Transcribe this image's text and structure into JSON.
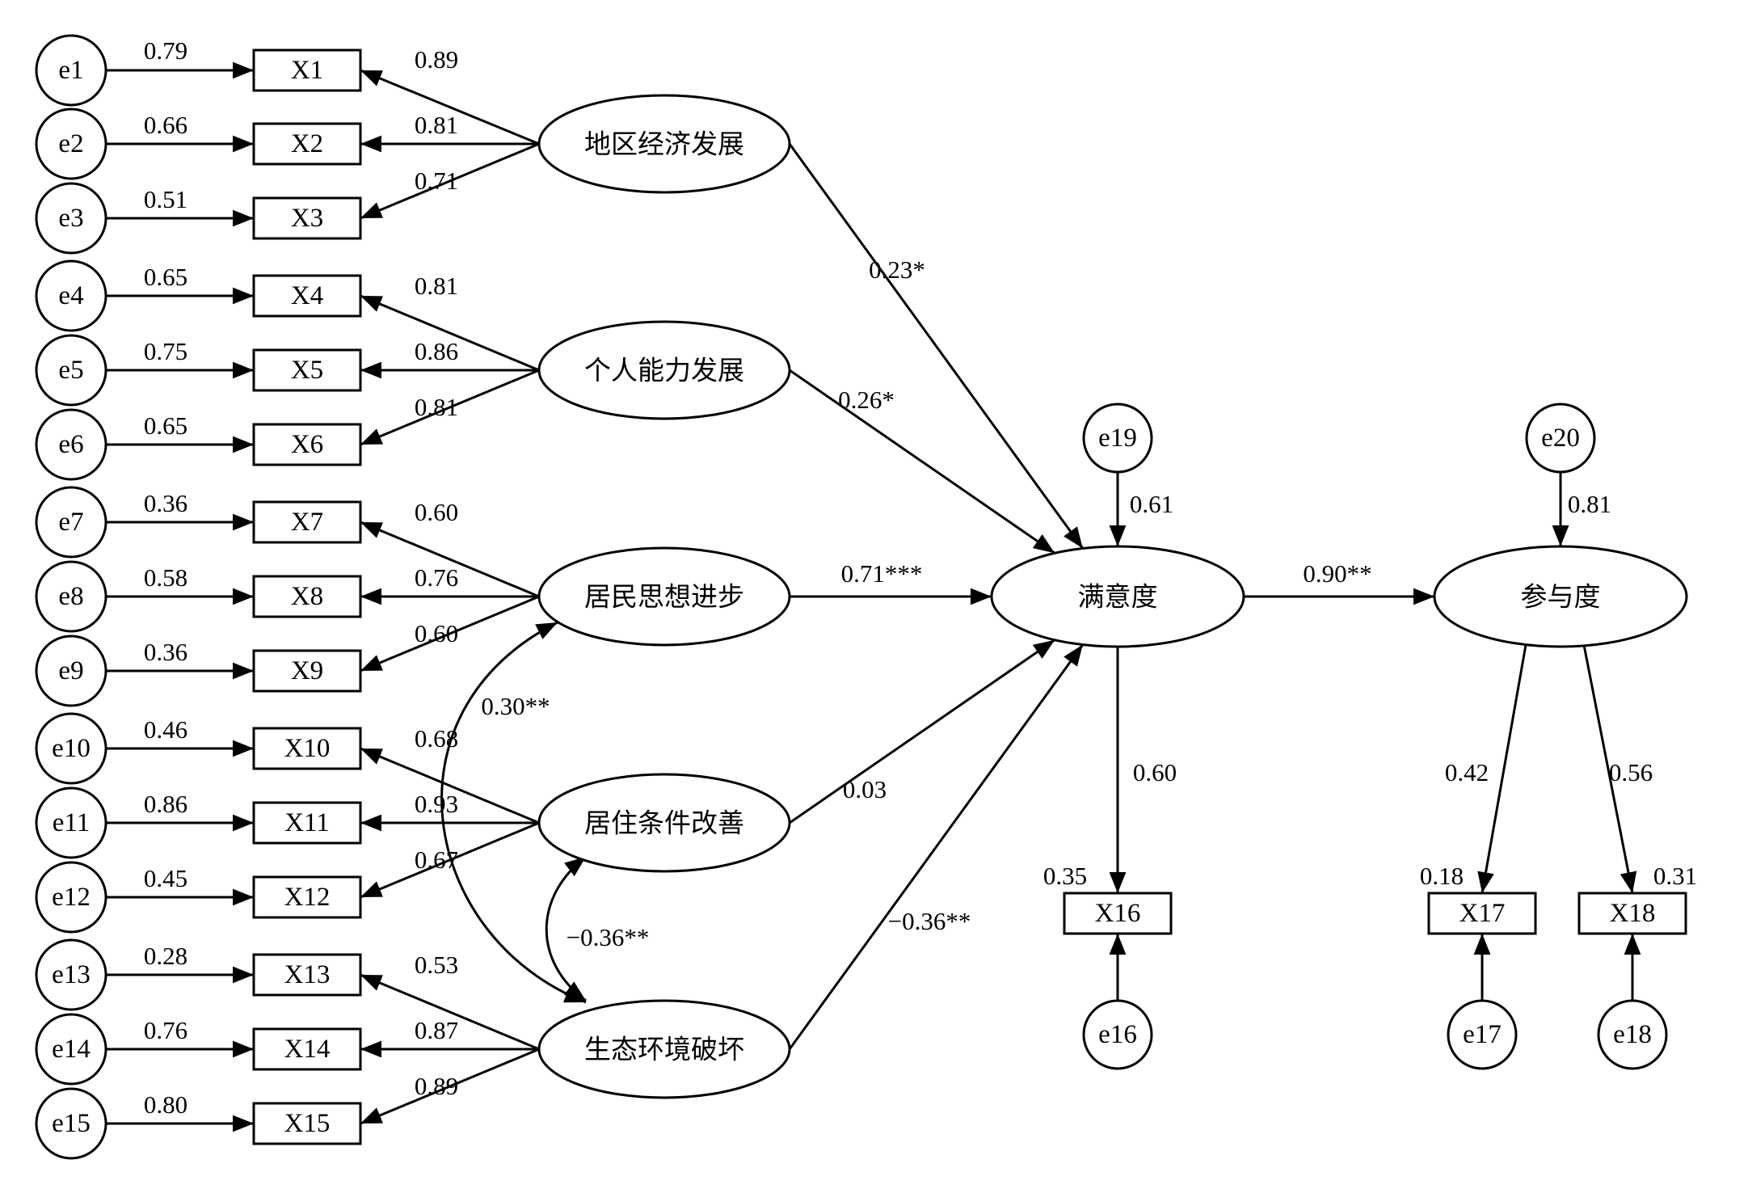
{
  "errors": [
    "e1",
    "e2",
    "e3",
    "e4",
    "e5",
    "e6",
    "e7",
    "e8",
    "e9",
    "e10",
    "e11",
    "e12",
    "e13",
    "e14",
    "e15",
    "e16",
    "e17",
    "e18",
    "e19",
    "e20"
  ],
  "indicators": [
    "X1",
    "X2",
    "X3",
    "X4",
    "X5",
    "X6",
    "X7",
    "X8",
    "X9",
    "X10",
    "X11",
    "X12",
    "X13",
    "X14",
    "X15",
    "X16",
    "X17",
    "X18"
  ],
  "latents": [
    "地区经济发展",
    "个人能力发展",
    "居民思想进步",
    "居住条件改善",
    "生态环境破坏",
    "满意度",
    "参与度"
  ],
  "error_loadings": [
    "0.79",
    "0.66",
    "0.51",
    "0.65",
    "0.75",
    "0.65",
    "0.36",
    "0.58",
    "0.36",
    "0.46",
    "0.86",
    "0.45",
    "0.28",
    "0.76",
    "0.80"
  ],
  "factor_loadings": [
    "0.89",
    "0.81",
    "0.71",
    "0.81",
    "0.86",
    "0.81",
    "0.60",
    "0.76",
    "0.60",
    "0.68",
    "0.93",
    "0.67",
    "0.53",
    "0.87",
    "0.89"
  ],
  "paths": [
    "0.23*",
    "0.26*",
    "0.71***",
    "0.03",
    "−0.36**",
    "0.90**"
  ],
  "correlations": [
    "0.30**",
    "−0.36**"
  ],
  "outcome_labels": {
    "e19": "0.61",
    "e20": "0.81",
    "x16_loading": "0.60",
    "x17_loading": "0.42",
    "x18_loading": "0.56",
    "x16_r2": "0.35",
    "x17_r2": "0.18",
    "x18_r2": "0.31"
  }
}
